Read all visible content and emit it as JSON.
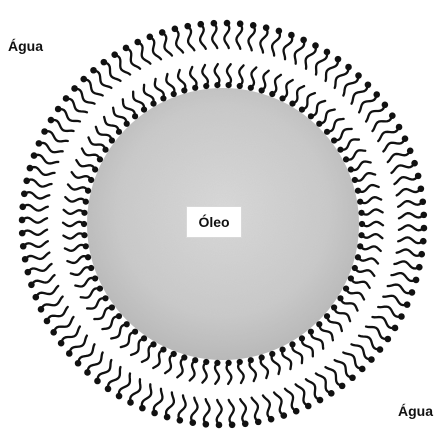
{
  "labels": {
    "water_top_left": "Água",
    "water_bottom_right": "Água",
    "oil_center": "Óleo"
  },
  "colors": {
    "ink": "#111111",
    "oil_fill_outer": "#bdbdbd",
    "oil_fill_inner": "#d7d7d7",
    "background": "#ffffff"
  },
  "icons": {
    "phospholipid": "circle-head-with-wavy-tail"
  }
}
